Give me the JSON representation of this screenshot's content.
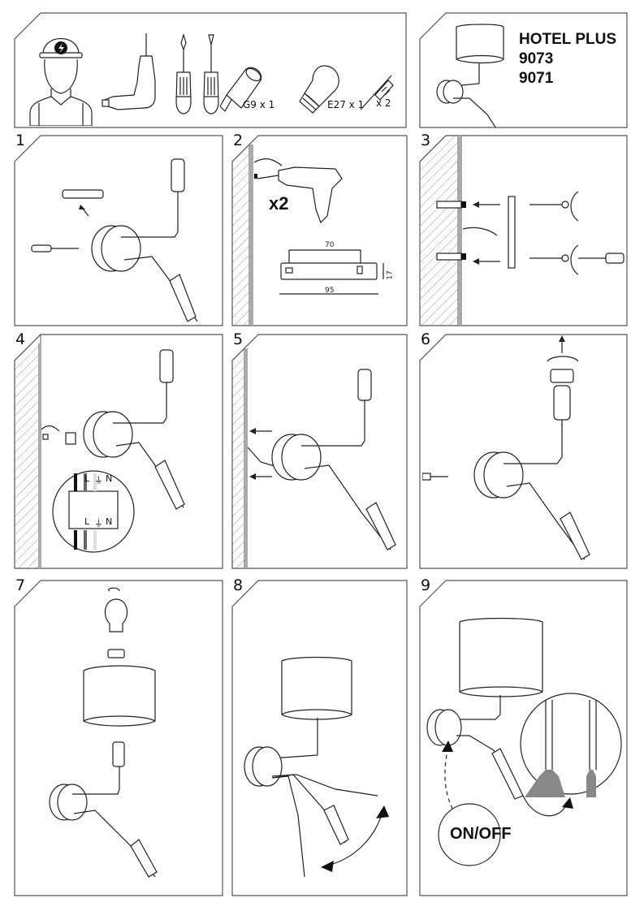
{
  "document": {
    "product": {
      "name": "HOTEL PLUS",
      "codes": [
        "9073",
        "9071"
      ]
    },
    "tools_panel": {
      "items": [
        {
          "icon": "electrician-icon"
        },
        {
          "icon": "drill-icon"
        },
        {
          "icon": "phillips-screwdriver-icon"
        },
        {
          "icon": "flat-screwdriver-icon"
        },
        {
          "icon": "g9-bulb-icon",
          "label": "G9 x 1"
        },
        {
          "icon": "e27-bulb-icon",
          "label": "E27 x 1"
        },
        {
          "icon": "wall-plug-screw-icon",
          "label": "x 2"
        }
      ]
    },
    "steps": [
      {
        "number": "1"
      },
      {
        "number": "2",
        "multiplier": "x2",
        "bracket_dims": {
          "hole_spacing": "70",
          "width": "95",
          "height": "17"
        }
      },
      {
        "number": "3"
      },
      {
        "number": "4",
        "terminal_labels_top": [
          "L",
          "⏚",
          "N"
        ],
        "terminal_labels_bottom": [
          "L",
          "⏚",
          "N"
        ]
      },
      {
        "number": "5"
      },
      {
        "number": "6"
      },
      {
        "number": "7"
      },
      {
        "number": "8"
      },
      {
        "number": "9",
        "switch_label": "ON/OFF"
      }
    ]
  }
}
